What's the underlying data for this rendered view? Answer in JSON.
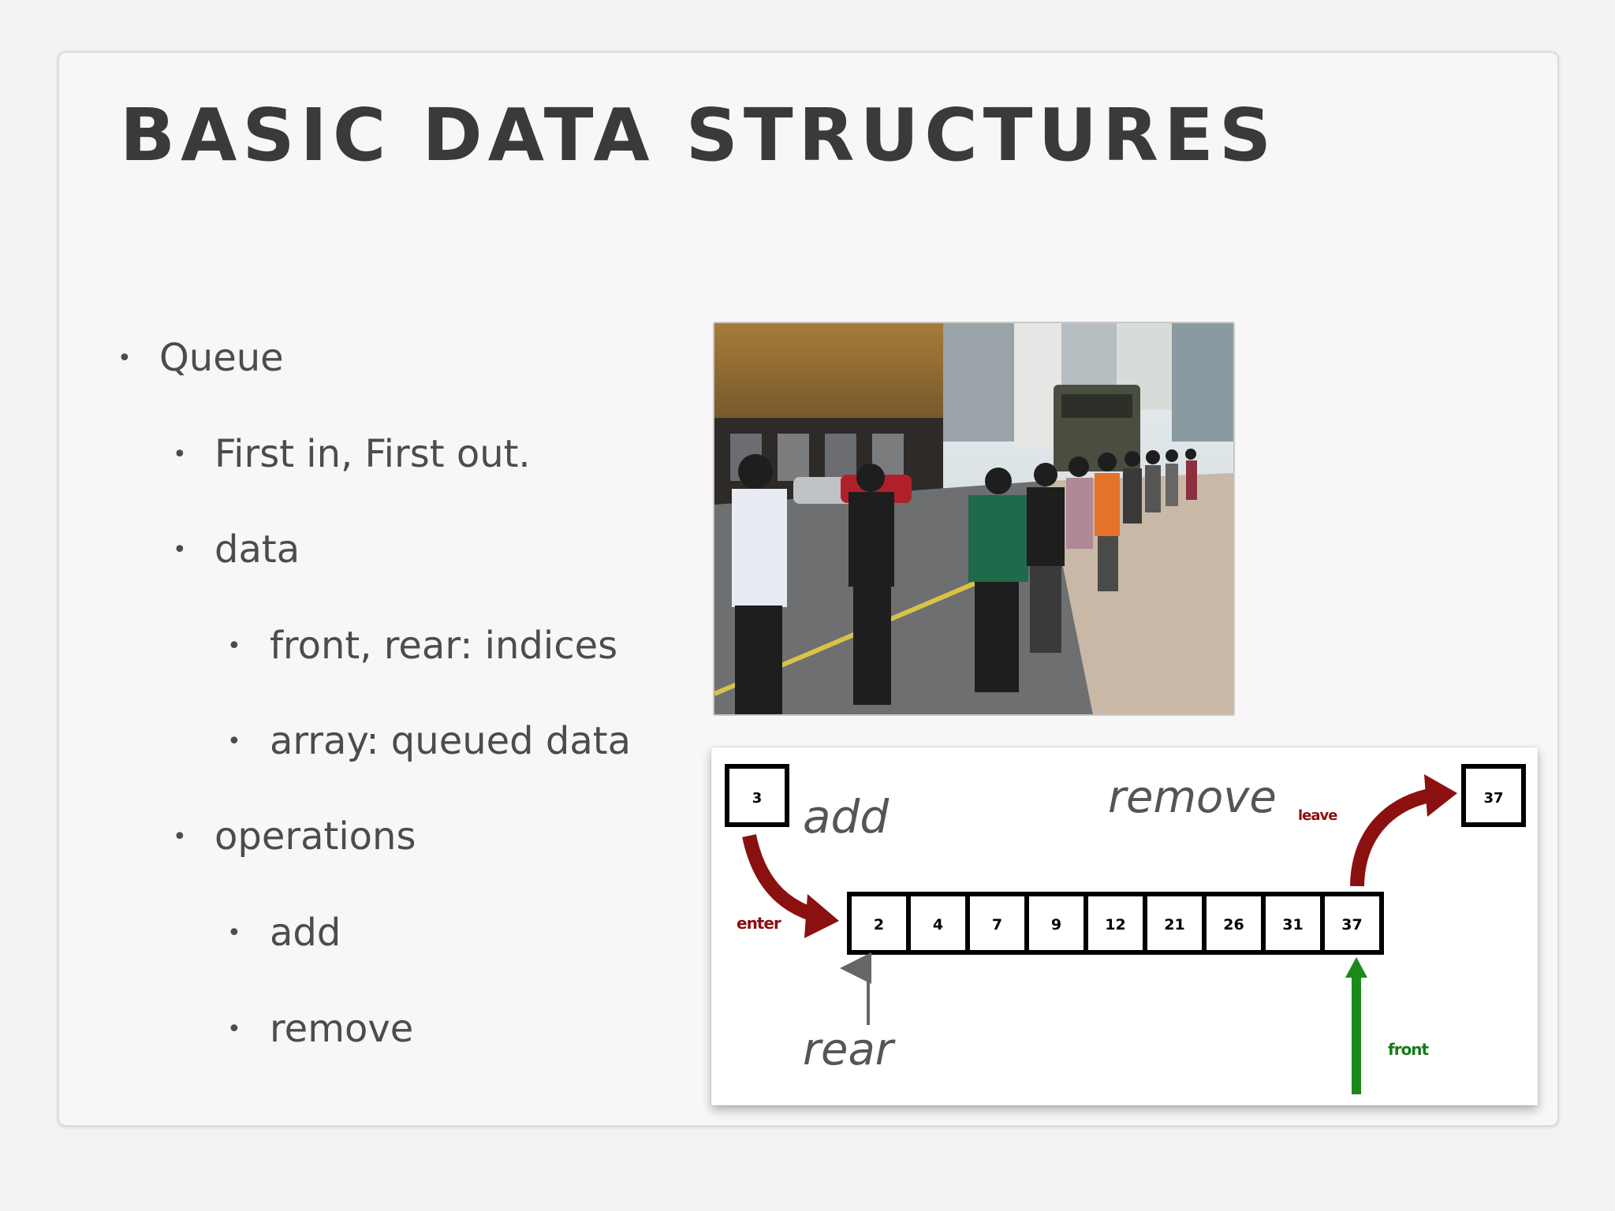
{
  "slide": {
    "title": "BASIC DATA STRUCTURES",
    "bullets": [
      {
        "level": 1,
        "text": "Queue"
      },
      {
        "level": 2,
        "text": "First in, First out."
      },
      {
        "level": 2,
        "text": "data"
      },
      {
        "level": 3,
        "text": "front, rear: indices"
      },
      {
        "level": 3,
        "text": "array: queued data"
      },
      {
        "level": 2,
        "text": "operations"
      },
      {
        "level": 3,
        "text": "add"
      },
      {
        "level": 3,
        "text": "remove"
      }
    ],
    "bullet_glyph": "•"
  },
  "diagram": {
    "incoming_value": "3",
    "outgoing_value": "37",
    "queue_values": [
      "2",
      "4",
      "7",
      "9",
      "12",
      "21",
      "26",
      "31",
      "37"
    ],
    "label_add": "add",
    "label_remove": "remove",
    "label_rear": "rear",
    "label_enter": "enter",
    "label_leave": "leave",
    "label_front": "front",
    "colors": {
      "enter_arrow": "#8b1010",
      "leave_arrow": "#8b1010",
      "front_arrow": "#1a8a1a",
      "rear_arrow": "#666666"
    }
  },
  "photo": {
    "icon": "people-queue-photo"
  }
}
